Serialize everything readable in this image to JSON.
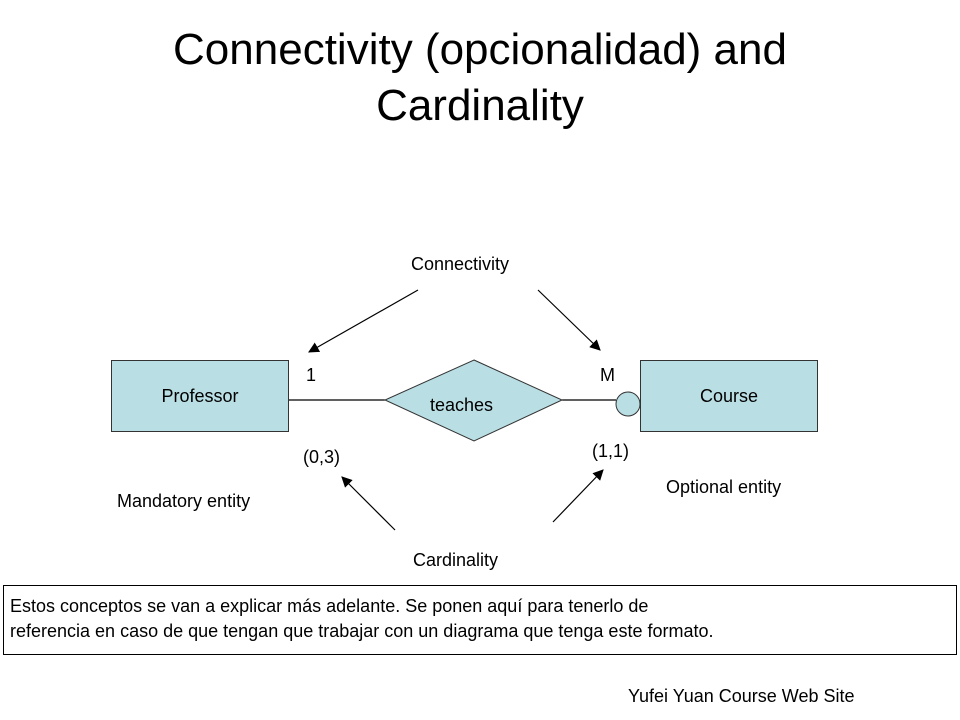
{
  "slide": {
    "title_line1": "Connectivity (opcionalidad) and",
    "title_line2": "Cardinality"
  },
  "diagram": {
    "connectivity_label": "Connectivity",
    "cardinality_label": "Cardinality",
    "entity_left": "Professor",
    "entity_right": "Course",
    "relationship": "teaches",
    "connectivity_left": "1",
    "connectivity_right": "M",
    "cardinality_left": "(0,3)",
    "cardinality_right": "(1,1)",
    "mandatory_label": "Mandatory entity",
    "optional_label": "Optional entity",
    "colors": {
      "entity_fill": "#b9dfe4",
      "relationship_fill": "#b9dfe4",
      "optional_circle_fill": "#b9dfe4"
    }
  },
  "note": {
    "line1": "Estos conceptos se van a explicar más adelante.  Se ponen aquí para tenerlo de",
    "line2": "referencia en caso de que tengan que trabajar con un diagrama que tenga este formato."
  },
  "footer": "Yufei Yuan Course Web Site"
}
